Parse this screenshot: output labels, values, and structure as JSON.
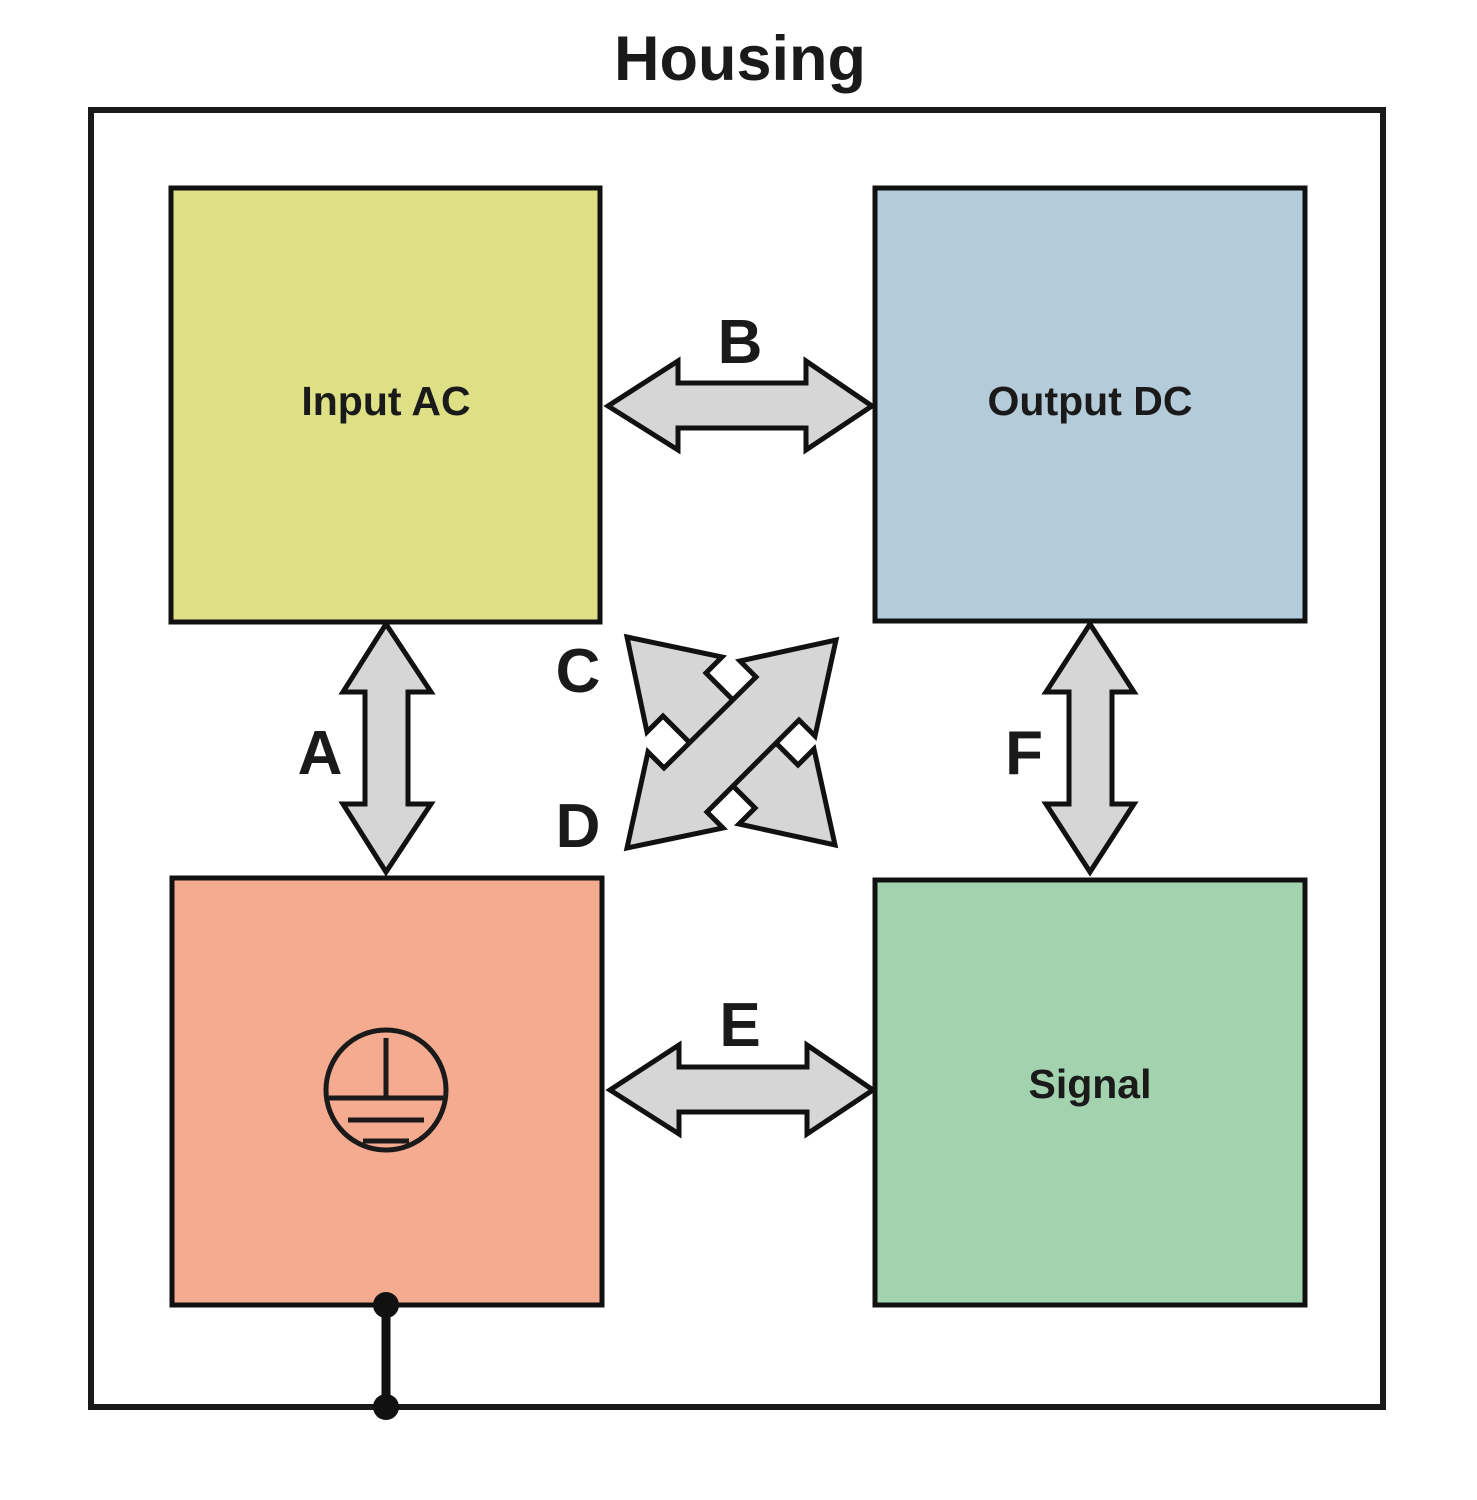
{
  "diagram": {
    "title": "Housing",
    "type": "grounding-zone-block-diagram",
    "housing": {
      "label": "Housing",
      "border_color": "#1a1a1a"
    },
    "zones": [
      {
        "id": "input-ac",
        "label": "Input AC",
        "color": "#dde085",
        "position": "top-left"
      },
      {
        "id": "output-dc",
        "label": "Output DC",
        "color": "#b4cbd9",
        "position": "top-right"
      },
      {
        "id": "protective-earth",
        "label": "",
        "color": "#f4ab90",
        "position": "bottom-left",
        "icon": "protective-earth-ground-icon"
      },
      {
        "id": "signal",
        "label": "Signal",
        "color": "#a2d3ae",
        "position": "bottom-right"
      }
    ],
    "connections": [
      {
        "id": "A",
        "label": "A",
        "from": "input-ac",
        "to": "protective-earth",
        "orientation": "vertical"
      },
      {
        "id": "B",
        "label": "B",
        "from": "input-ac",
        "to": "output-dc",
        "orientation": "horizontal"
      },
      {
        "id": "C",
        "label": "C",
        "from": "input-ac",
        "to": "signal",
        "orientation": "diagonal-nw-se"
      },
      {
        "id": "D",
        "label": "D",
        "from": "protective-earth",
        "to": "output-dc",
        "orientation": "diagonal-sw-ne"
      },
      {
        "id": "E",
        "label": "E",
        "from": "protective-earth",
        "to": "signal",
        "orientation": "horizontal"
      },
      {
        "id": "F",
        "label": "F",
        "from": "output-dc",
        "to": "signal",
        "orientation": "vertical"
      }
    ],
    "ground_connection": {
      "description": "protective earth wire to chassis",
      "junction_dots": 2,
      "color": "#111111"
    },
    "arrow_style": {
      "fill": "#d6d6d6",
      "stroke": "#111111"
    }
  }
}
